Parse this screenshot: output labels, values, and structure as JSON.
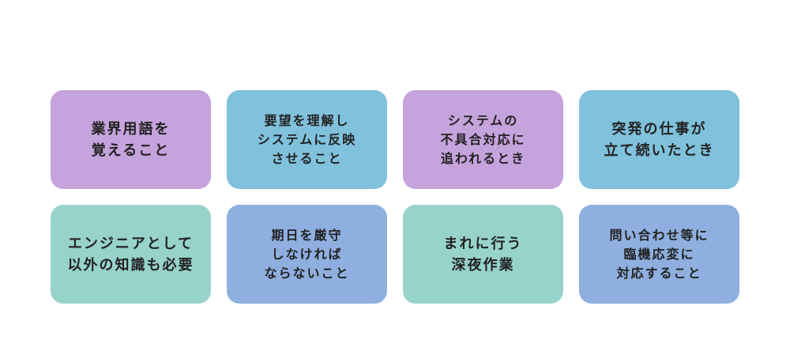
{
  "colors": {
    "purple": "#c5a3dc",
    "sky": "#80c1dc",
    "teal": "#97d3cb",
    "blue": "#8eafdf"
  },
  "cards": [
    {
      "text": "業界用語を\n覚えること",
      "color": "purple"
    },
    {
      "text": "要望を理解し\nシステムに反映\nさせること",
      "color": "sky"
    },
    {
      "text": "システムの\n不具合対応に\n追われるとき",
      "color": "purple"
    },
    {
      "text": "突発の仕事が\n立て続いたとき",
      "color": "sky"
    },
    {
      "text": "エンジニアとして\n以外の知識も必要",
      "color": "teal"
    },
    {
      "text": "期日を厳守\nしなければ\nならないこと",
      "color": "blue"
    },
    {
      "text": "まれに行う\n深夜作業",
      "color": "teal"
    },
    {
      "text": "問い合わせ等に\n臨機応変に\n対応すること",
      "color": "blue"
    }
  ]
}
